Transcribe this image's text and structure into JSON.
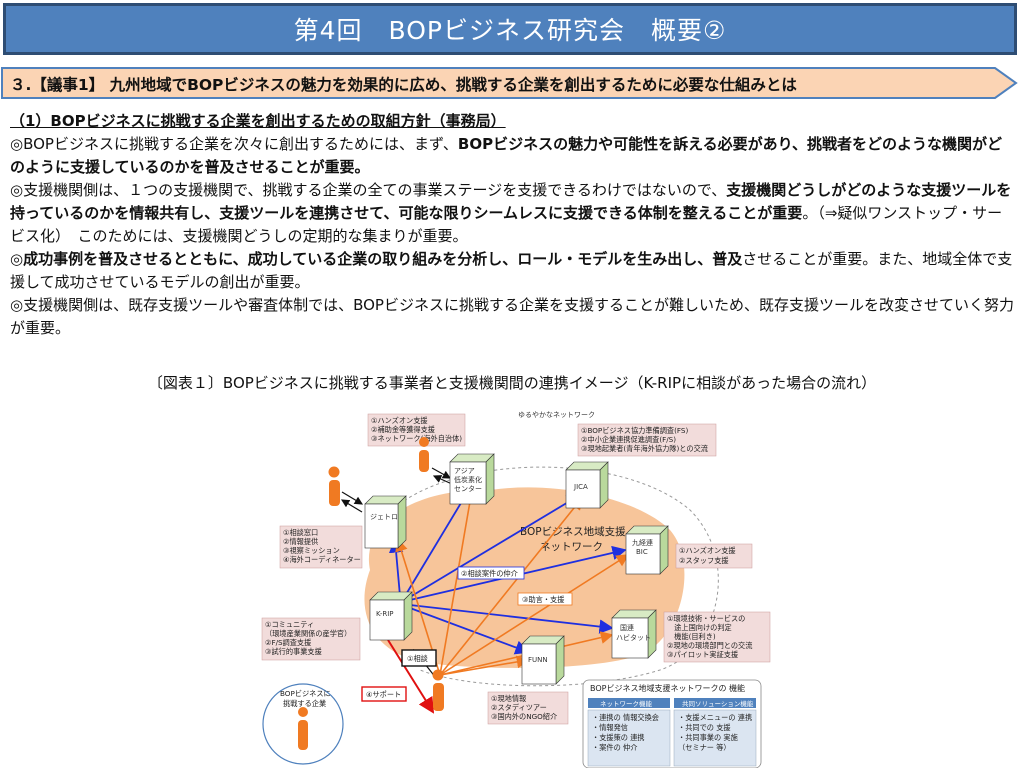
{
  "title": "第4回　BOPビジネス研究会　概要②",
  "agenda": "３.【議事1】 九州地域でBOPビジネスの魅力を効果的に広め、挑戦する企業を創出するために必要な仕組みとは",
  "section_heading": "（1）BOPビジネスに挑戦する企業を創出するための取組方針（事務局）",
  "paragraphs": [
    {
      "a": "◎BOPビジネスに挑戦する企業を次々に創出するためには、まず、",
      "b": "BOPビジネスの魅力や可能性を訴える必要があり、挑戦者をどのような機関がどのように支援しているのかを普及させることが重要。",
      "c": ""
    },
    {
      "a": "◎支援機関側は、１つの支援機関で、挑戦する企業の全ての事業ステージを支援できるわけではないので、",
      "b": "支援機関どうしがどのような支援ツールを持っているのかを情報共有し、支援ツールを連携させて、可能な限りシームレスに支援できる体制を整えることが重要",
      "c": "。（⇒疑似ワンストップ・サービス化）　このためには、支援機関どうしの定期的な集まりが重要。"
    },
    {
      "a": "◎",
      "b": "成功事例を普及させるとともに、成功している企業の取り組みを分析し、ロール・モデルを生み出し、普及",
      "c": "させることが重要。また、地域全体で支援して成功させているモデルの創出が重要。"
    },
    {
      "a": "◎支援機関側は、既存支援ツールや審査体制では、BOPビジネスに挑戦する企業を支援することが難しいため、既存支援ツールを改変させていく努力が重要。",
      "b": "",
      "c": ""
    }
  ],
  "figure_caption": "〔図表１〕BOPビジネスに挑戦する事業者と支援機関間の連携イメージ（K-RIPに相談があった場合の流れ）",
  "diagram": {
    "network_label_line1": "BOPビジネス地域支援",
    "network_label_line2": "ネットワーク",
    "loose_network": "ゆるやかなネットワーク",
    "nodes": {
      "jetro": "ジェトロ",
      "asia": [
        "アジア",
        "低炭素化",
        "センター"
      ],
      "jica": "JICA",
      "kyukeiren": [
        "九経連",
        "BIC"
      ],
      "krip": "K-RIP",
      "kokuren": [
        "国連",
        "ハビタット"
      ],
      "funn": "FUNN"
    },
    "notes": {
      "asia": [
        "①ハンズオン支援",
        "②補助金等獲得支援",
        "③ネットワーク(海外自治体)"
      ],
      "jica": [
        "①BOPビジネス協力準備調査(FS)",
        "②中小企業連携促進調査(F/S)",
        "③現地起業者(青年海外協力隊)との交流"
      ],
      "jetro": [
        "①相談窓口",
        "②情報提供",
        "③視察ミッション",
        "④海外コーディネーター"
      ],
      "kyukeiren": [
        "①ハンズオン支援",
        "②スタッフ支援"
      ],
      "krip": [
        "①コミュニティ",
        "（環境産業関係の産学官）",
        "②F/S調査支援",
        "③試行的事業支援"
      ],
      "kokuren": [
        "①環境技術・サービスの",
        "　途上国向けの判定",
        "　機能(目利き)",
        "②現地の環境部門との交流",
        "③パイロット実証支援"
      ],
      "funn": [
        "①現地情報",
        "②スタディツアー",
        "③国内外のNGO紹介"
      ]
    },
    "arrow_labels": {
      "mediation": "②相談案件の仲介",
      "mediation_support": "③助言・支援",
      "consult": "①相談",
      "support": "④サポート"
    },
    "company_label": [
      "BOPビジネスに",
      "挑戦する企業"
    ],
    "functions": {
      "title": "BOPビジネス地域支援ネットワークの 機能",
      "network_title": "ネットワーク機能",
      "network_items": [
        "・連携の 情報交換会",
        "・情報発信",
        "・支援策の 連携",
        "・案件の 仲介"
      ],
      "solution_title": "共同ソリューション機能",
      "solution_items": [
        "・支援メニューの 連携",
        "・共同での 支援",
        "・共同事業の 実施",
        "（セミナー 等）"
      ]
    }
  },
  "colors": {
    "title_bg": "#4f81bd",
    "agenda_bg": "#fbd4b4",
    "network_bg": "#f7c59a",
    "note_bg": "#f2dcdb",
    "person": "#f07a22",
    "arrow_orange": "#f07a22",
    "arrow_blue": "#1f2fe0",
    "arrow_red": "#e01010"
  }
}
